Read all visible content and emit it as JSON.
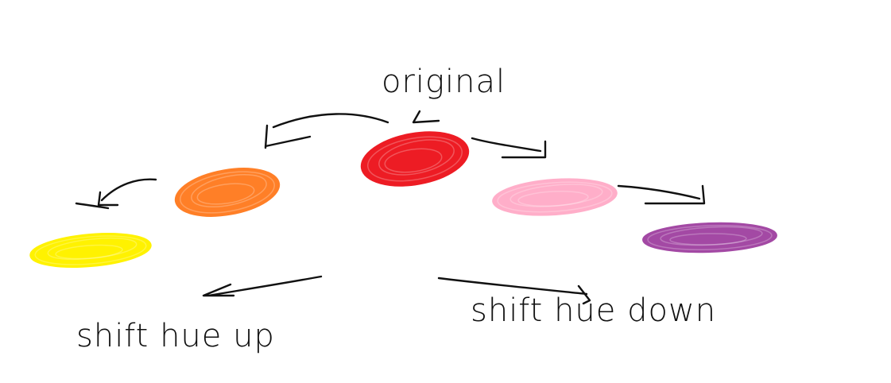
{
  "labels": {
    "original": "original",
    "shift_up": "shift hue up",
    "shift_down": "shift hue down"
  },
  "blobs": [
    {
      "name": "original-red",
      "label": "original",
      "color": "#ED1C24"
    },
    {
      "name": "orange",
      "label": "shift hue up",
      "color": "#FF7F27"
    },
    {
      "name": "yellow",
      "label": "shift hue up",
      "color": "#FFF200"
    },
    {
      "name": "pink",
      "label": "shift hue down",
      "color": "#FFAEC9"
    },
    {
      "name": "purple",
      "label": "shift hue down",
      "color": "#A349A4"
    }
  ]
}
